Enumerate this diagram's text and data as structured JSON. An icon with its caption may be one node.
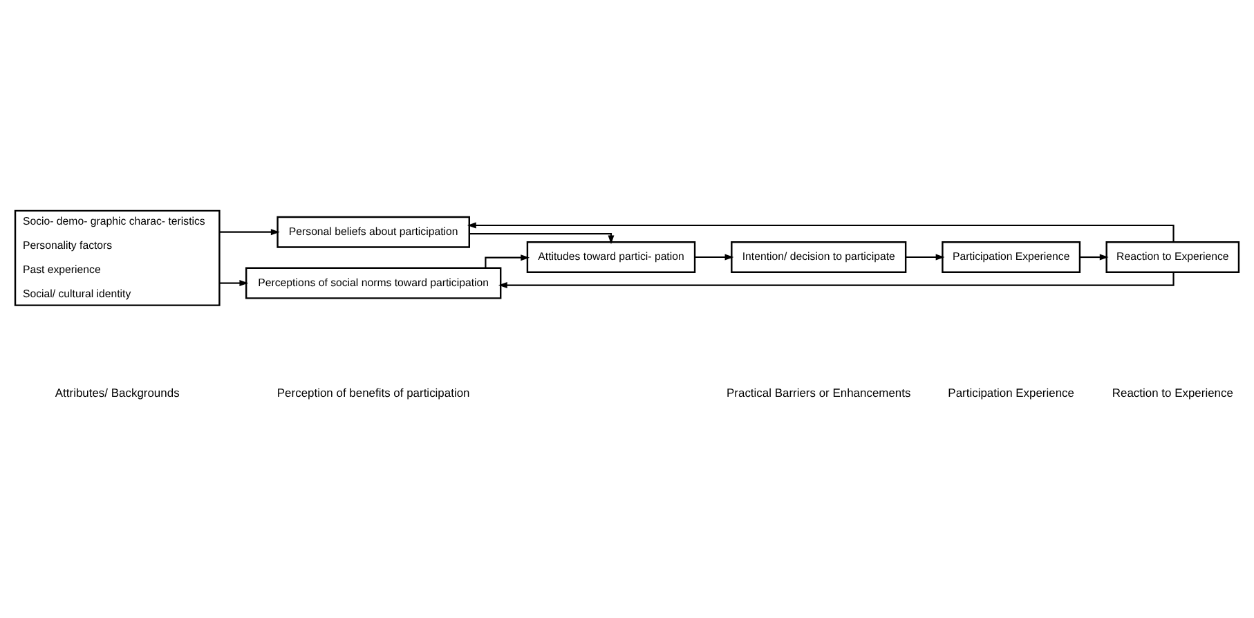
{
  "diagram": {
    "nodes": [
      {
        "text": [
          "Socio- demo- graphic charac- teristics",
          "Personality factors",
          "Past experience",
          "Social/ cultural identity"
        ]
      },
      {
        "text": [
          "Personal beliefs about participation"
        ]
      },
      {
        "text": [
          "Perceptions of social norms toward participation"
        ]
      },
      {
        "text": [
          "Attitudes toward partici- pation"
        ]
      },
      {
        "text": [
          "Intention/ decision to participate"
        ]
      },
      {
        "text": [
          "Participation Experience"
        ]
      },
      {
        "text": [
          "Reaction to Experience"
        ]
      }
    ],
    "edges": [
      {
        "from": 0,
        "to": 1,
        "arrow": "to"
      },
      {
        "from": 0,
        "to": 2,
        "arrow": "to"
      },
      {
        "from": 1,
        "to": 3,
        "arrow": "to"
      },
      {
        "from": 2,
        "to": 3,
        "arrow": "to"
      },
      {
        "from": 3,
        "to": 4,
        "arrow": "to"
      },
      {
        "from": 4,
        "to": 5,
        "arrow": "to"
      },
      {
        "from": 5,
        "to": 6,
        "arrow": "to"
      },
      {
        "from": 6,
        "to": 1,
        "arrow": "to"
      },
      {
        "from": 6,
        "to": 2,
        "arrow": "to"
      }
    ],
    "labels": [
      "Attributes/ Backgrounds",
      "Perception of benefits of participation",
      "Practical Barriers or Enhancements",
      "Participation Experience",
      "Reaction to Experience"
    ]
  }
}
